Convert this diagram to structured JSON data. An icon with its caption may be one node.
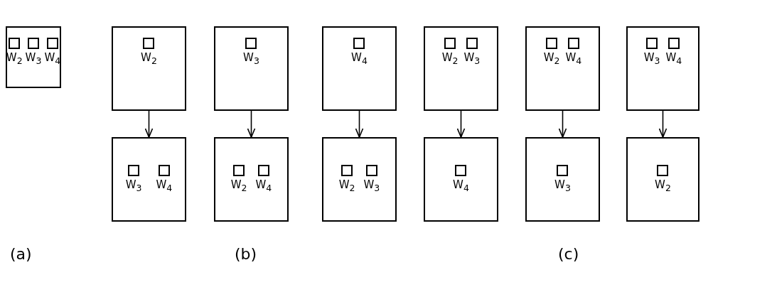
{
  "diagram": {
    "nodes": [
      {
        "text": [
          "W$_{2}$",
          "W$_{3}$",
          "W$_{4}$"
        ]
      },
      {
        "text": [
          "W$_{2}$"
        ]
      },
      {
        "text": [
          "W$_{3}$",
          "W$_{4}$"
        ]
      },
      {
        "text": [
          "W$_{3}$"
        ]
      },
      {
        "text": [
          "W$_{2}$",
          "W$_{4}$"
        ]
      },
      {
        "text": [
          "W$_{4}$"
        ]
      },
      {
        "text": [
          "W$_{2}$",
          "W$_{3}$"
        ]
      },
      {
        "text": [
          "W$_{2}$",
          "W$_{3}$"
        ]
      },
      {
        "text": [
          "W$_{4}$"
        ]
      },
      {
        "text": [
          "W$_{2}$",
          "W$_{4}$"
        ]
      },
      {
        "text": [
          "W$_{3}$"
        ]
      },
      {
        "text": [
          "W$_{3}$",
          "W$_{4}$"
        ]
      },
      {
        "text": [
          "W$_{2}$"
        ]
      }
    ],
    "edges": [
      {
        "from": 1,
        "to": 2,
        "arrow": "to"
      },
      {
        "from": 3,
        "to": 4,
        "arrow": "to"
      },
      {
        "from": 5,
        "to": 6,
        "arrow": "to"
      },
      {
        "from": 7,
        "to": 8,
        "arrow": "to"
      },
      {
        "from": 9,
        "to": 10,
        "arrow": "to"
      },
      {
        "from": 11,
        "to": 12,
        "arrow": "to"
      }
    ],
    "labels": [
      "(a)",
      "(b)",
      "(c)"
    ]
  }
}
